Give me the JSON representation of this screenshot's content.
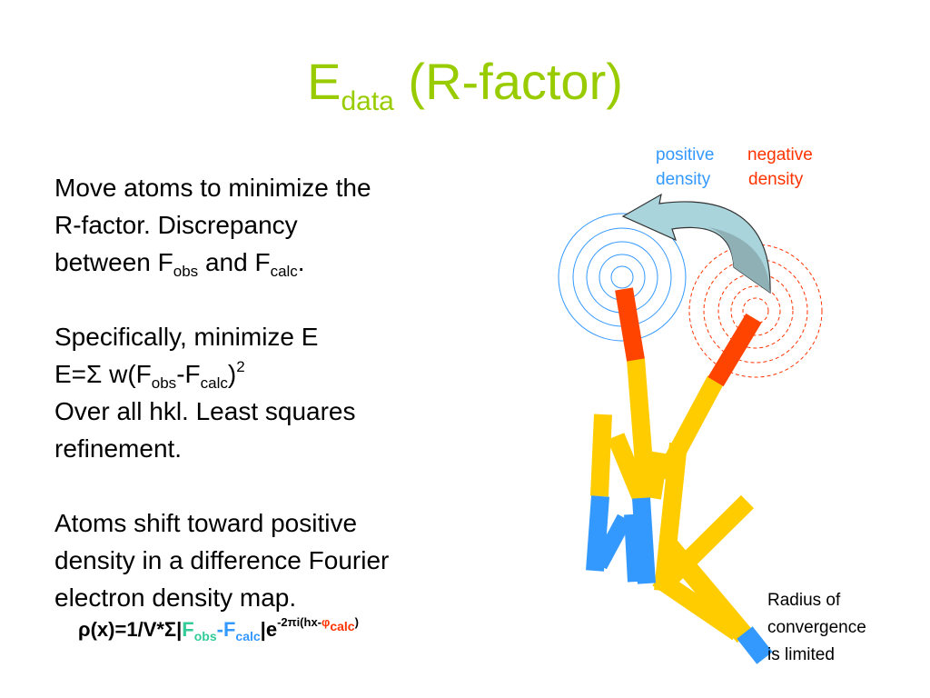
{
  "title": {
    "main": "E",
    "sub": "data",
    "rest": "(R-factor)"
  },
  "paragraph1": {
    "line1": "Move atoms to minimize the",
    "line2": "R-factor. Discrepancy",
    "line3_pre": "between F",
    "line3_sub1": "obs",
    "line3_mid": " and F",
    "line3_sub2": "calc",
    "line3_post": "."
  },
  "paragraph2": {
    "line1": "Specifically, minimize E",
    "eq_pre": "E=Σ w(F",
    "eq_sub1": "obs",
    "eq_mid": "-F",
    "eq_sub2": "calc",
    "eq_post": ")",
    "eq_sup": "2",
    "line3": "Over all hkl. Least squares",
    "line4": "refinement."
  },
  "paragraph3": {
    "line1": "Atoms shift toward positive",
    "line2": "density in a difference Fourier",
    "line3": "electron density map."
  },
  "formula": {
    "p1": "ρ(x)=1/V*Σ|",
    "fobs": "F",
    "fobs_sub": "obs",
    "dash": "-",
    "fcalc": "F",
    "fcalc_sub": "calc",
    "p2": "|e",
    "sup_pre": "-2πi(hx-",
    "sup_phi": "φ",
    "sup_phi_sub": "calc",
    "sup_post": ")"
  },
  "labels": {
    "positive_line1": "positive",
    "positive_line2": "density",
    "negative_line1": "negative",
    "negative_line2": "density",
    "radius_line1": "Radius of",
    "radius_line2": "convergence",
    "radius_line3": "is limited"
  },
  "colors": {
    "title": "#99cc00",
    "positive": "#3399ff",
    "negative": "#ff3300",
    "bond_yellow": "#ffcc00",
    "bond_blue": "#3399ff",
    "bond_red": "#ff4400",
    "arrow_fill": "#a9d4dc",
    "arrow_dark": "#8fb0b5"
  }
}
